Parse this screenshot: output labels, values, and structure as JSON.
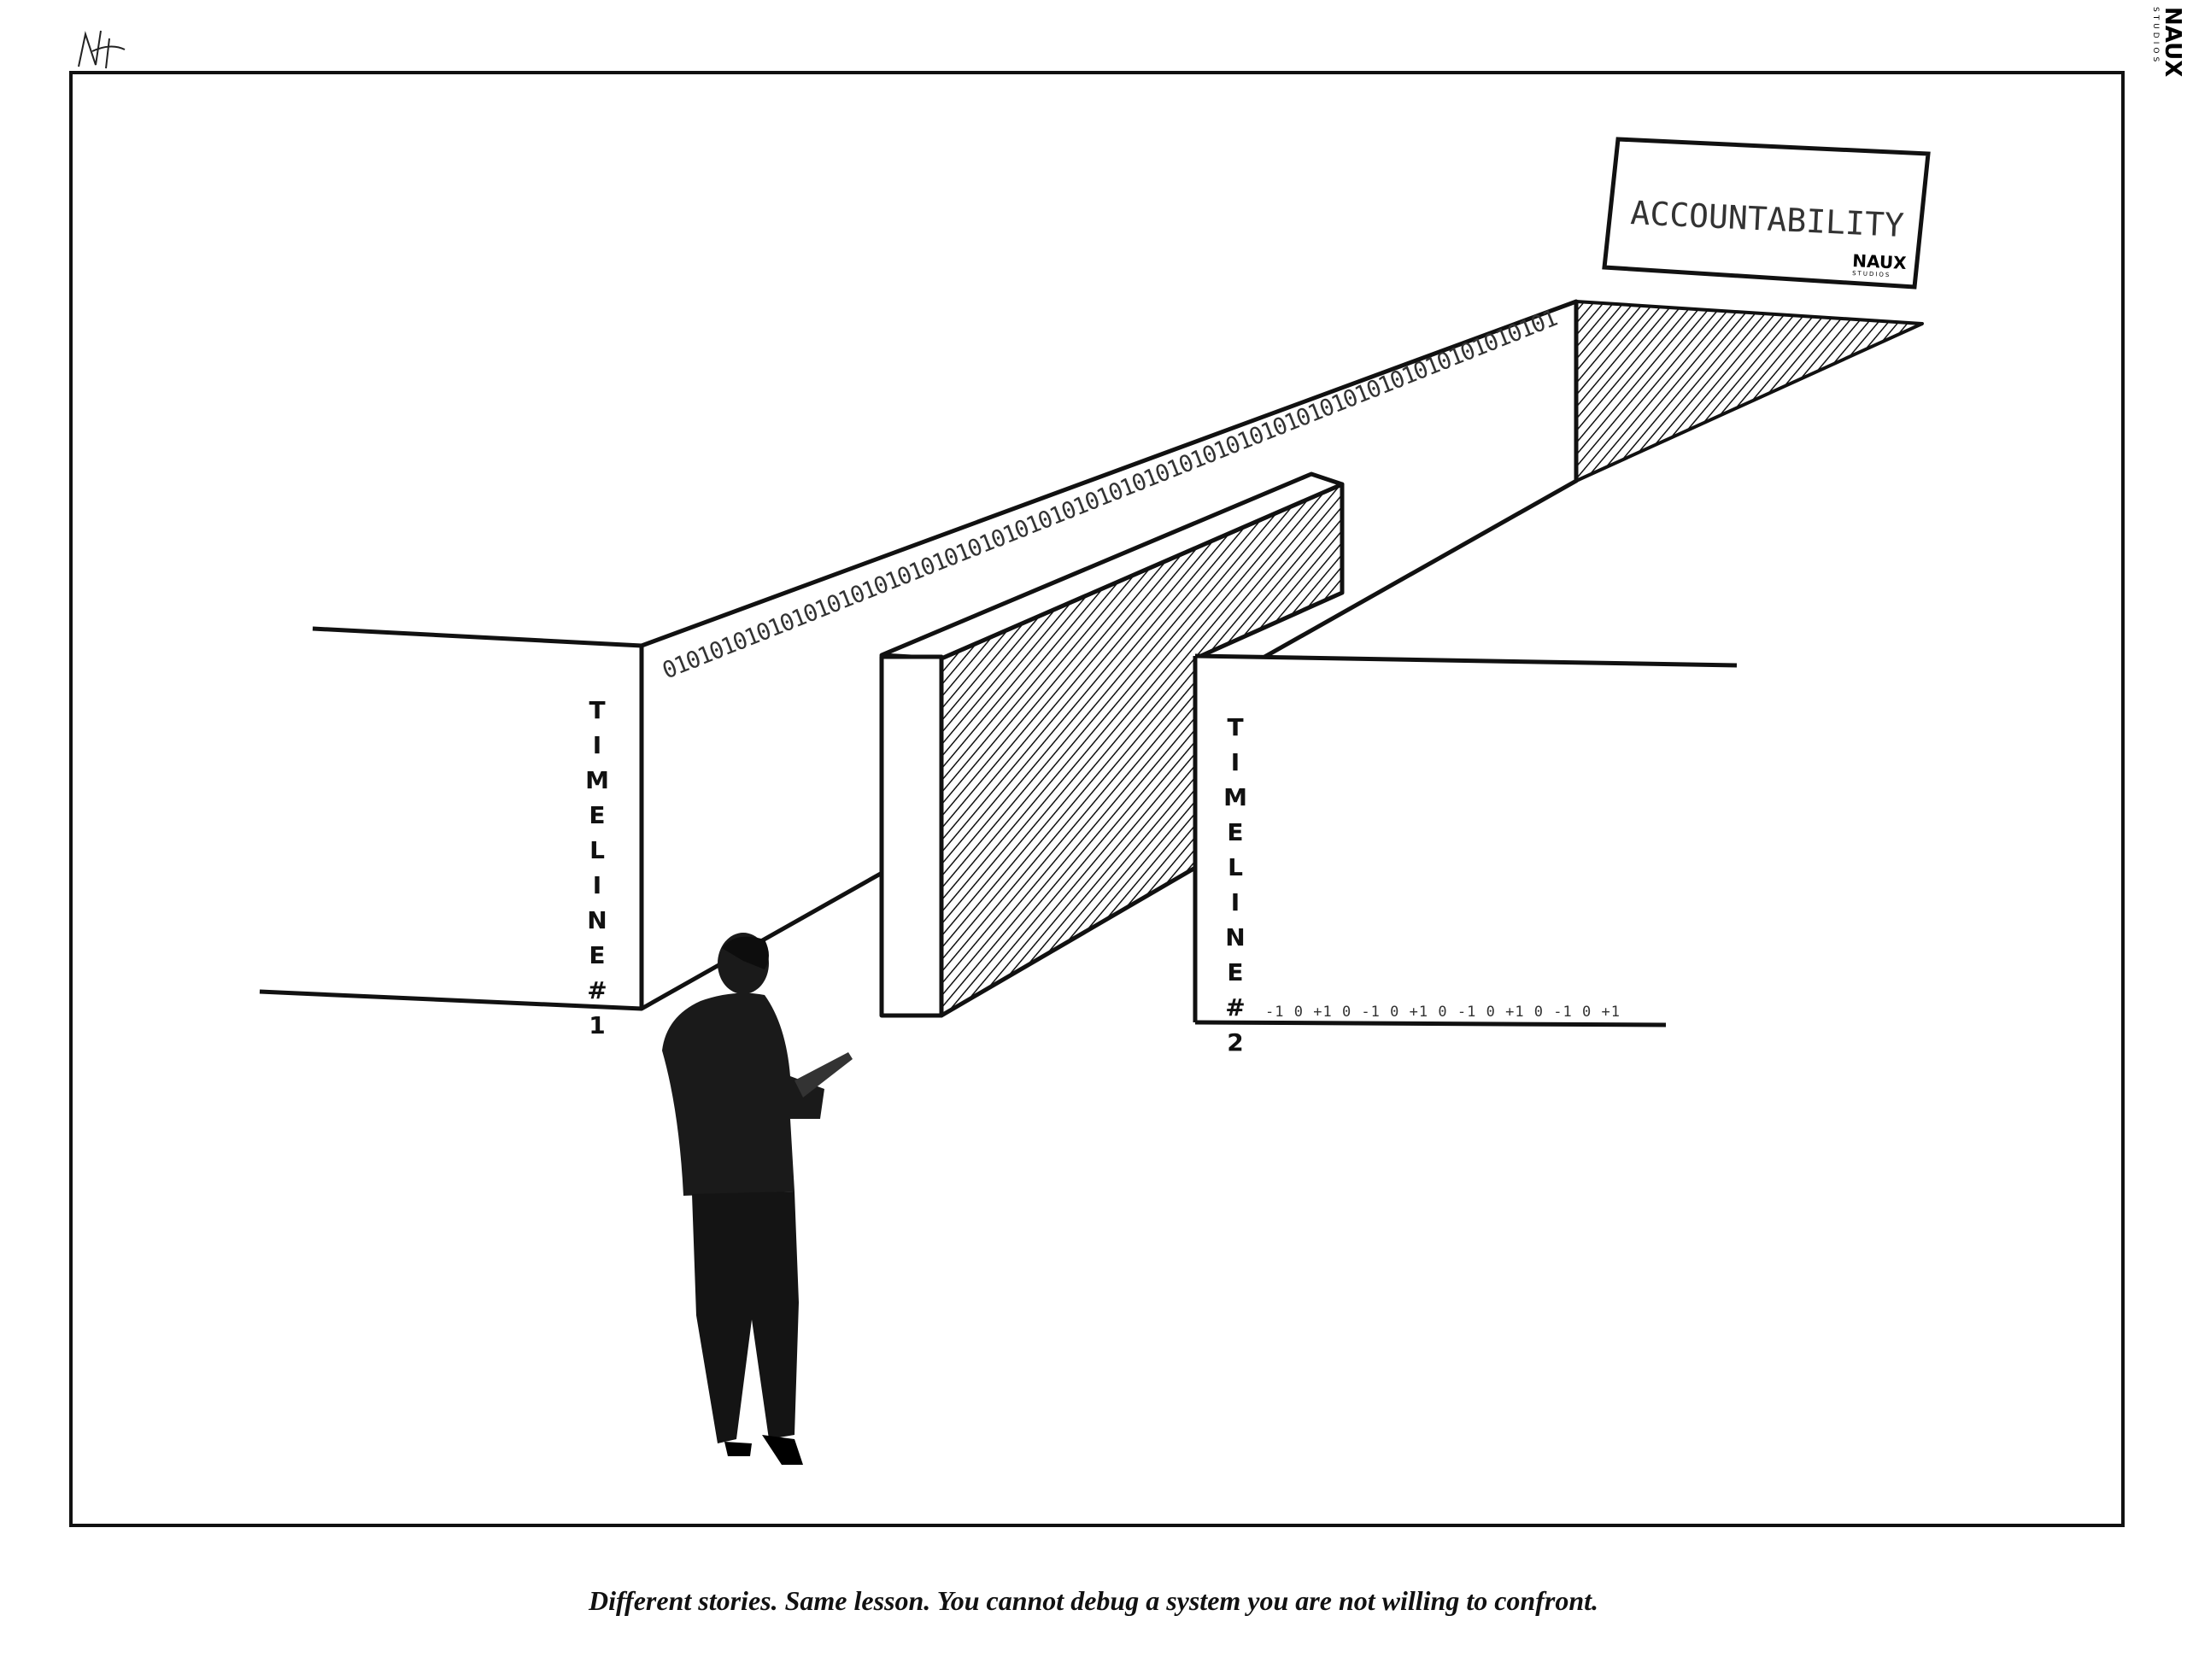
{
  "sign": {
    "text": "ACCOUNTABILITY",
    "brand": "NAUX",
    "brand_sub": "STUDIOS"
  },
  "corner_brand": {
    "name": "NAUX",
    "sub": "STUDIOS"
  },
  "wall1": {
    "label": "TIMELINE#1",
    "binary": "0101010101010101010101010101010101010101010101010101010101010101010101010101"
  },
  "wall2": {
    "label": "TIMELINE#2",
    "ternary": "-1 0 +1 0 -1 0 +1 0 -1 0 +1 0 -1 0 +1"
  },
  "caption": "Different stories. Same lesson. You cannot debug a system you are not willing to confront."
}
